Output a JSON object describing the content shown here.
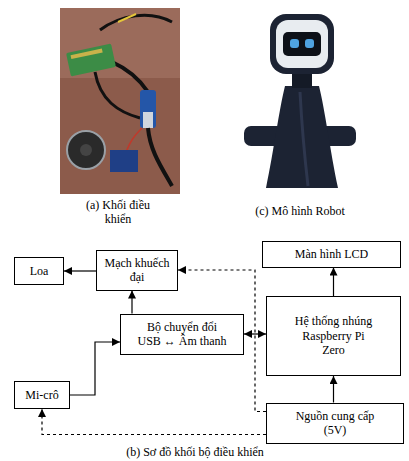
{
  "diagram": {
    "nodes": [
      {
        "text": [
          "Loa"
        ]
      },
      {
        "text": [
          "Mạch khuếch đại"
        ]
      },
      {
        "text": [
          "Màn hình LCD"
        ]
      },
      {
        "text": [
          "Bộ chuyển đổi USB ↔ Âm thanh"
        ]
      },
      {
        "text": [
          "Hệ thống nhúng Raspberry Pi Zero"
        ]
      },
      {
        "text": [
          "Mi-crô"
        ]
      },
      {
        "text": [
          "Nguồn cung cấp (5V)"
        ]
      }
    ],
    "edges": [
      {
        "from": 1,
        "to": 0,
        "arrow": "to"
      },
      {
        "from": 3,
        "to": 1,
        "arrow": "to"
      },
      {
        "from": 5,
        "to": 3,
        "arrow": "to"
      },
      {
        "from": 3,
        "to": 4,
        "arrow": "both"
      },
      {
        "from": 4,
        "to": 2,
        "arrow": "to"
      },
      {
        "from": 6,
        "to": 4,
        "arrow": "to"
      },
      {
        "from": 6,
        "to": 1,
        "arrow": "to"
      },
      {
        "from": 6,
        "to": 5,
        "arrow": "to"
      }
    ],
    "labels": [
      "(a) Khối điều khiển",
      "(c) Mô hình Robot",
      "(b) Sơ đồ khối bộ điều khiển"
    ]
  }
}
